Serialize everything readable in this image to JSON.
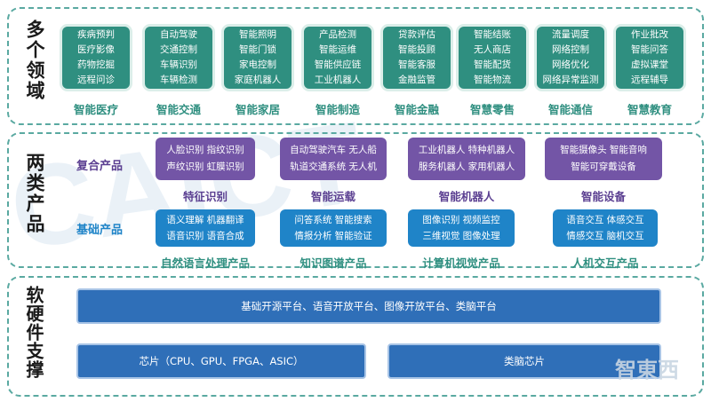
{
  "sections": {
    "domains_label": "多个领域",
    "products_label": "两类产品",
    "support_label": "软硬件支撑"
  },
  "domains": [
    {
      "items": [
        "疾病预判",
        "医疗影像",
        "药物挖掘",
        "远程问诊"
      ],
      "name": "智能医疗"
    },
    {
      "items": [
        "自动驾驶",
        "交通控制",
        "车辆识别",
        "车辆检测"
      ],
      "name": "智能交通"
    },
    {
      "items": [
        "智能照明",
        "智能门锁",
        "家电控制",
        "家庭机器人"
      ],
      "name": "智能家居"
    },
    {
      "items": [
        "产品检测",
        "智能运维",
        "智能供应链",
        "工业机器人"
      ],
      "name": "智能制造"
    },
    {
      "items": [
        "贷款评估",
        "智能投顾",
        "智能客服",
        "金融监管"
      ],
      "name": "智能金融"
    },
    {
      "items": [
        "智能结账",
        "无人商店",
        "智能配货",
        "智能物流"
      ],
      "name": "智慧零售"
    },
    {
      "items": [
        "流量调度",
        "网络控制",
        "网络优化",
        "网络异常监测"
      ],
      "name": "智能通信"
    },
    {
      "items": [
        "作业批改",
        "智能问答",
        "虚拟课堂",
        "远程辅导"
      ],
      "name": "智慧教育"
    }
  ],
  "composite": {
    "label": "复合产品",
    "groups": [
      {
        "lines": [
          "人脸识别  指纹识别",
          "声纹识别  虹膜识别"
        ],
        "title": "特征识别"
      },
      {
        "lines": [
          "自动驾驶汽车  无人船",
          "轨道交通系统  无人机"
        ],
        "title": "智能运载"
      },
      {
        "lines": [
          "工业机器人  特种机器人",
          "服务机器人  家用机器人"
        ],
        "title": "智能机器人"
      },
      {
        "lines": [
          "智能摄像头  智能音响",
          "智能可穿戴设备"
        ],
        "title": "智能设备"
      }
    ]
  },
  "basic": {
    "label": "基础产品",
    "groups": [
      {
        "lines": [
          "语义理解  机器翻译",
          "语音识别  语音合成"
        ],
        "title": "自然语言处理产品"
      },
      {
        "lines": [
          "问答系统  智能搜索",
          "情报分析  智能验证"
        ],
        "title": "知识图谱产品"
      },
      {
        "lines": [
          "图像识别  视频监控",
          "三维视觉  图像处理"
        ],
        "title": "计算机视觉产品"
      },
      {
        "lines": [
          "语音交互  体感交互",
          "情感交互  脑机交互"
        ],
        "title": "人机交互产品"
      }
    ]
  },
  "support": {
    "platforms": "基础开源平台、语音开放平台、图像开放平台、类脑平台",
    "chips": "芯片（CPU、GPU、FPGA、ASIC）",
    "brain_chips": "类脑芯片"
  },
  "watermark": "智东西",
  "colors": {
    "teal": "#2f8f80",
    "purple": "#7355a6",
    "blue": "#1f84c8",
    "navy": "#2f6fb8"
  }
}
